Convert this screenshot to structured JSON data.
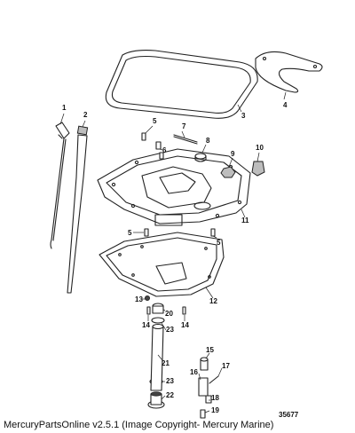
{
  "caption": "MercuryPartsOnline v2.5.1 (Image Copyright- Mercury Marine)",
  "figure_number": "35677",
  "callouts": [
    {
      "id": "c1",
      "text": "1"
    },
    {
      "id": "c2",
      "text": "2"
    },
    {
      "id": "c3",
      "text": "3"
    },
    {
      "id": "c4",
      "text": "4"
    },
    {
      "id": "c5a",
      "text": "5"
    },
    {
      "id": "c5b",
      "text": "5"
    },
    {
      "id": "c5c",
      "text": "5"
    },
    {
      "id": "c6",
      "text": "6"
    },
    {
      "id": "c7",
      "text": "7"
    },
    {
      "id": "c8",
      "text": "8"
    },
    {
      "id": "c9",
      "text": "9"
    },
    {
      "id": "c10",
      "text": "10"
    },
    {
      "id": "c11",
      "text": "11"
    },
    {
      "id": "c12",
      "text": "12"
    },
    {
      "id": "c13",
      "text": "13"
    },
    {
      "id": "c14a",
      "text": "14"
    },
    {
      "id": "c14b",
      "text": "14"
    },
    {
      "id": "c15",
      "text": "15"
    },
    {
      "id": "c16",
      "text": "16"
    },
    {
      "id": "c17",
      "text": "17"
    },
    {
      "id": "c18",
      "text": "18"
    },
    {
      "id": "c19",
      "text": "19"
    },
    {
      "id": "c20",
      "text": "20"
    },
    {
      "id": "c21",
      "text": "21"
    },
    {
      "id": "c22",
      "text": "22"
    },
    {
      "id": "c23a",
      "text": "23"
    },
    {
      "id": "c23b",
      "text": "23"
    }
  ]
}
